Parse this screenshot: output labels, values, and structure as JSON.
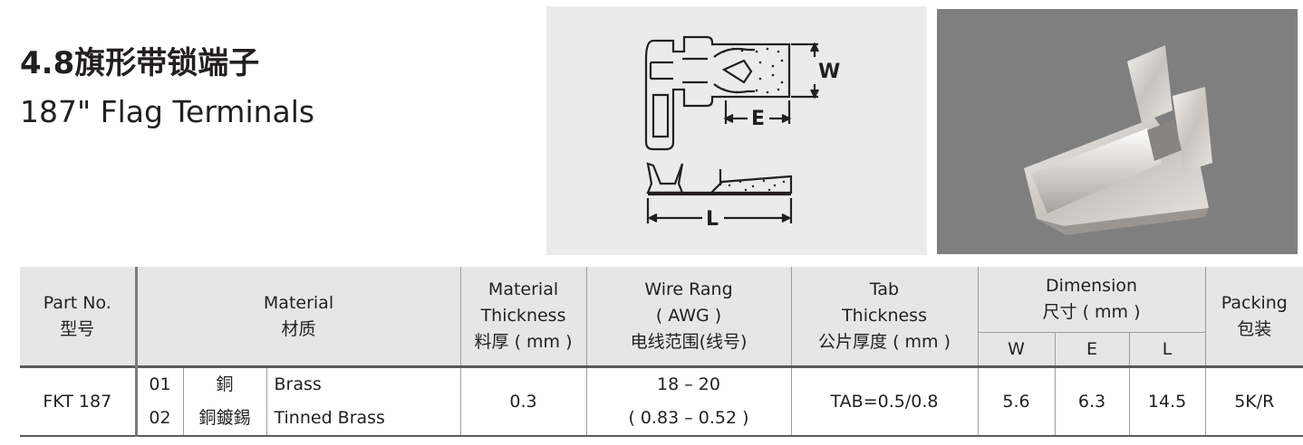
{
  "title": {
    "chinese": "4.8旗形带锁端子",
    "english": "187\" Flag Terminals"
  },
  "drawing": {
    "dim_w": "W",
    "dim_e": "E",
    "dim_l": "L"
  },
  "table": {
    "headers": {
      "part_no": "Part No.",
      "part_no_cn": "型号",
      "material": "Material",
      "material_cn": "材质",
      "thickness_1": "Material",
      "thickness_2": "Thickness",
      "thickness_cn": "料厚 ( mm )",
      "wire_1": "Wire Rang",
      "wire_2": "( AWG )",
      "wire_cn": "电线范围(线号)",
      "tab_1": "Tab",
      "tab_2": "Thickness",
      "tab_cn": "公片厚度 ( mm )",
      "dimension": "Dimension",
      "dimension_cn": "尺寸 ( mm )",
      "dim_w": "W",
      "dim_e": "E",
      "dim_l": "L",
      "packing": "Packing",
      "packing_cn": "包装"
    },
    "row": {
      "part_no": "FKT 187",
      "materials": [
        {
          "code": "01",
          "cn": "銅",
          "en": "Brass"
        },
        {
          "code": "02",
          "cn": "銅鍍錫",
          "en": "Tinned Brass"
        }
      ],
      "thickness": "0.3",
      "wire_awg": "18 – 20",
      "wire_mm": "( 0.83 – 0.52 )",
      "tab": "TAB=0.5/0.8",
      "w": "5.6",
      "e": "6.3",
      "l": "14.5",
      "packing": "5K/R"
    }
  }
}
